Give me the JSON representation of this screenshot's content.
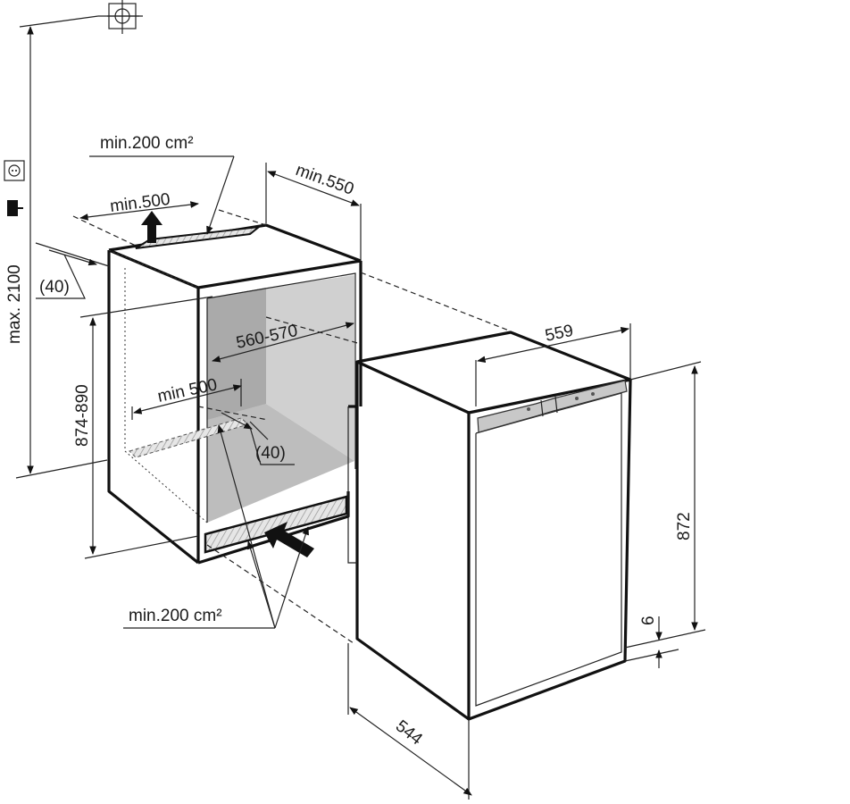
{
  "labels": {
    "max_height": "max. 2100",
    "vent_top": "min.200 cm²",
    "width_top": "min.500",
    "depth_top": "min.550",
    "offset_top": "(40)",
    "niche_width": "560-570",
    "niche_height": "874-890",
    "width_bottom": "min 500",
    "offset_bottom": "(40)",
    "vent_bottom": "min.200 cm²",
    "appliance_width": "559",
    "appliance_height": "872",
    "plinth_gap": "6",
    "appliance_depth": "544"
  },
  "icons": {
    "socket": "socket-icon",
    "plug": "plug-icon",
    "water": "crosshair-icon"
  },
  "colors": {
    "line": "#111111",
    "niche_fill": "#bdbdbd",
    "niche_fill_light": "#d9d9d9",
    "panel": "#c8c8c8"
  }
}
